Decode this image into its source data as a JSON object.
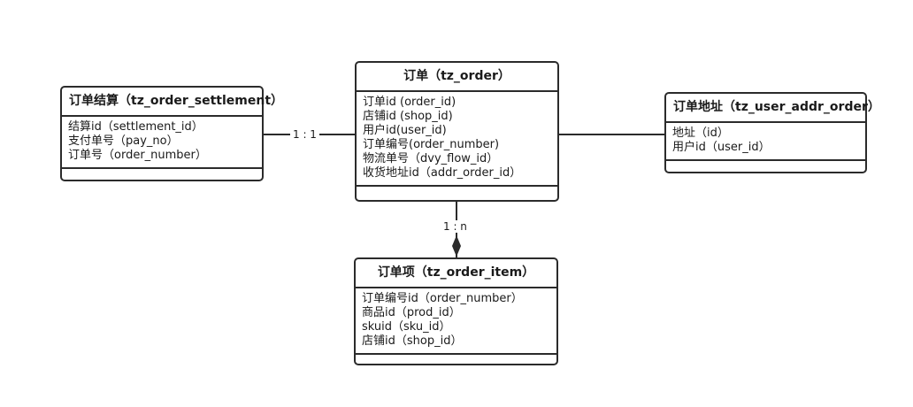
{
  "diagram": {
    "title": "Order ER Diagram",
    "type": "er-class-diagram",
    "colors": {
      "background": "#ffffff",
      "stroke": "#2b2b2b",
      "text": "#1a1a1a"
    }
  },
  "entities": {
    "settlement": {
      "title": "订单结算（tz_order_settlement）",
      "attributes": [
        "结算id（settlement_id）",
        "支付单号（pay_no）",
        "订单号（order_number）"
      ],
      "operations": []
    },
    "order": {
      "title": "订单（tz_order）",
      "attributes": [
        "订单id (order_id)",
        "店铺id (shop_id)",
        "用户id(user_id)",
        "订单编号(order_number)",
        "物流单号（dvy_flow_id）",
        "收货地址id（addr_order_id）"
      ],
      "operations": []
    },
    "addr": {
      "title": "订单地址（tz_user_addr_order）",
      "attributes": [
        "地址（id）",
        "用户id（user_id）"
      ],
      "operations": []
    },
    "item": {
      "title": "订单项（tz_order_item）",
      "attributes": [
        "订单编号id（order_number）",
        "商品id（prod_id）",
        "skuid（sku_id）",
        "店铺id（shop_id）"
      ],
      "operations": []
    }
  },
  "relations": {
    "settlement_order": {
      "label": "1 : 1",
      "from": "settlement",
      "to": "order",
      "marker": "none"
    },
    "order_addr": {
      "label": "",
      "from": "order",
      "to": "addr",
      "marker": "none"
    },
    "order_item": {
      "label": "1 : n",
      "from": "order",
      "to": "item",
      "marker": "filled-diamond"
    }
  }
}
